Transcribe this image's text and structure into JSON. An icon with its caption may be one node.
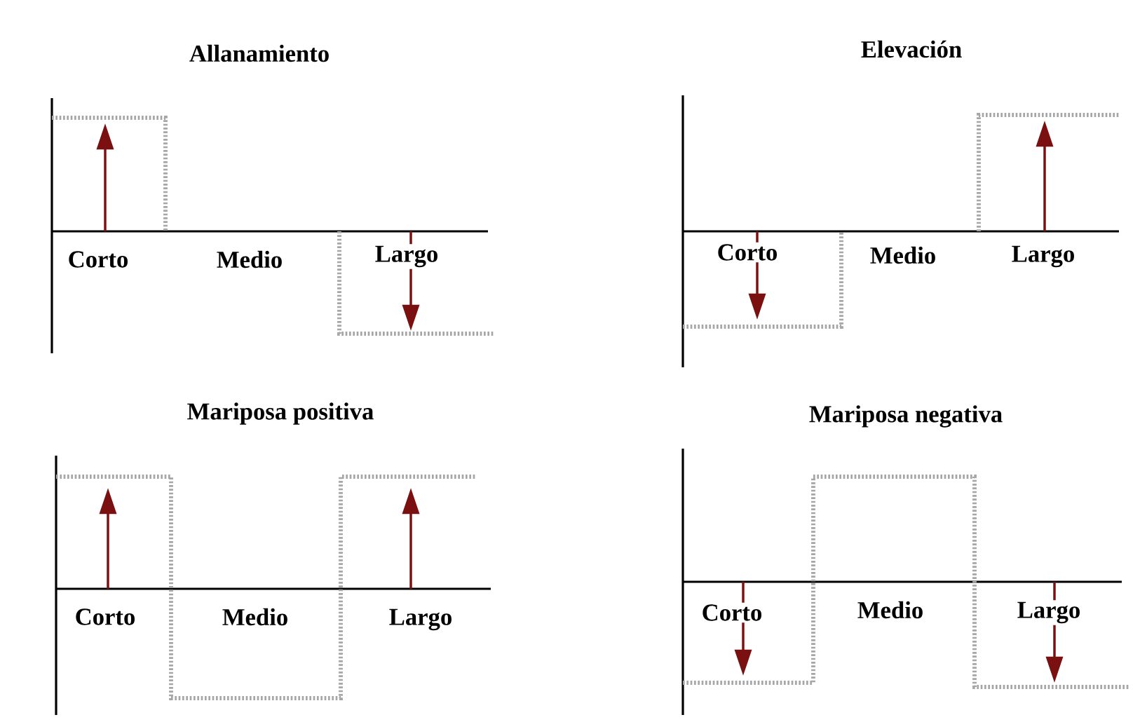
{
  "diagram": {
    "labels": [
      "Allanamiento",
      "Elevación",
      "Corto",
      "Medio",
      "Largo",
      "Corto",
      "Medio",
      "Largo",
      "Mariposa positiva",
      "Mariposa negativa",
      "Corto",
      "Medio",
      "Largo",
      "Corto",
      "Medio",
      "Largo"
    ]
  }
}
